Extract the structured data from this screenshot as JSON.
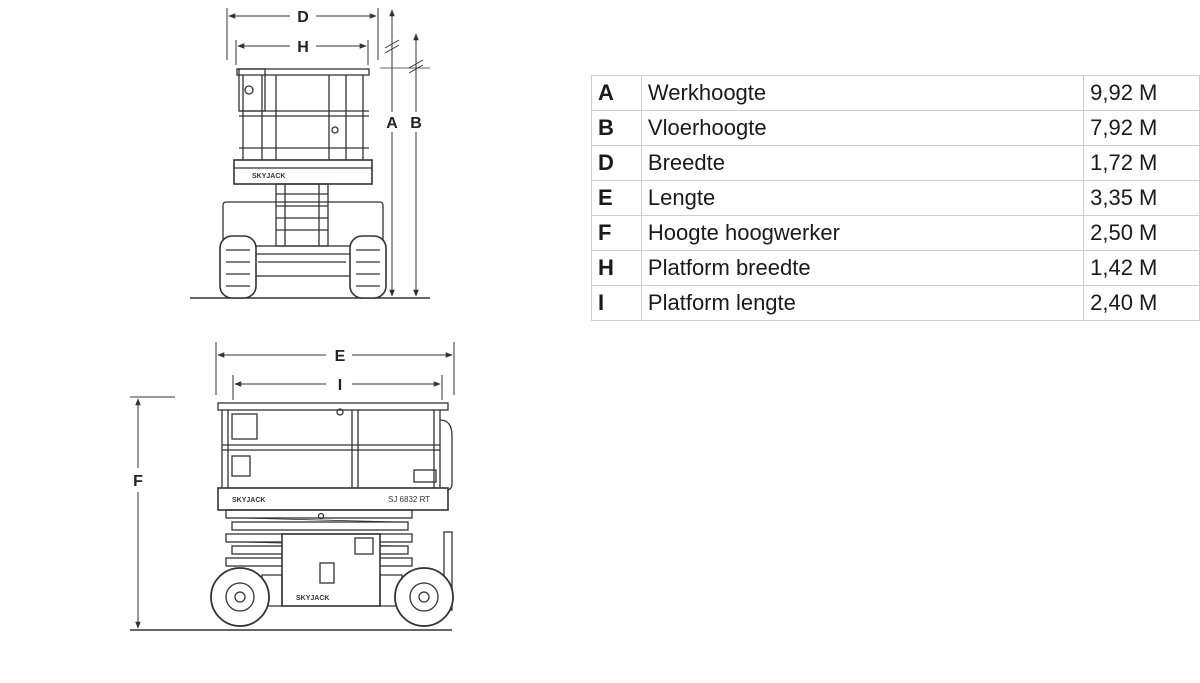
{
  "drawing": {
    "front_view": {
      "dimension_labels": [
        "D",
        "H",
        "A",
        "B"
      ],
      "brand": "SKYJACK"
    },
    "side_view": {
      "dimension_labels": [
        "E",
        "I",
        "F"
      ],
      "brand": "SKYJACK",
      "model": "SJ 6832 RT"
    }
  },
  "specs": [
    {
      "key": "A",
      "label": "Werkhoogte",
      "value": "9,92 M"
    },
    {
      "key": "B",
      "label": "Vloerhoogte",
      "value": "7,92 M"
    },
    {
      "key": "D",
      "label": "Breedte",
      "value": "1,72 M"
    },
    {
      "key": "E",
      "label": "Lengte",
      "value": "3,35 M"
    },
    {
      "key": "F",
      "label": "Hoogte hoogwerker",
      "value": "2,50 M"
    },
    {
      "key": "H",
      "label": "Platform breedte",
      "value": "1,42 M"
    },
    {
      "key": "I",
      "label": "Platform lengte",
      "value": "2,40 M"
    }
  ]
}
